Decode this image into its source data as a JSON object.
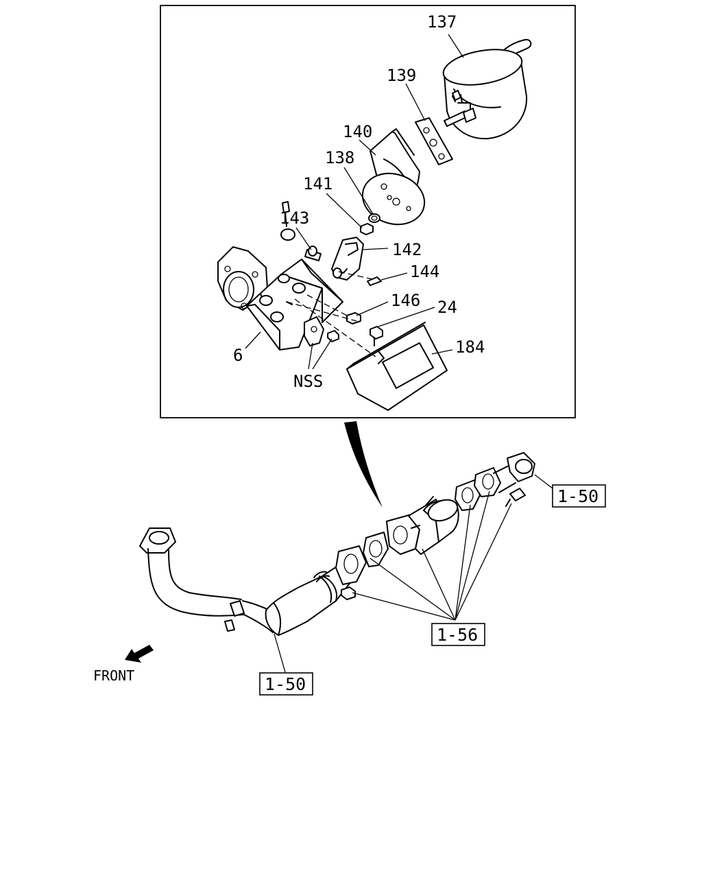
{
  "callouts": {
    "c137": "137",
    "c139": "139",
    "c140": "140",
    "c138": "138",
    "c141": "141",
    "c143": "143",
    "c142": "142",
    "c144": "144",
    "c146": "146",
    "c24": "24",
    "c184": "184",
    "c6": "6",
    "nss": "NSS"
  },
  "references": {
    "ref_pipe_upper": "1-50",
    "ref_gaskets": "1-56",
    "ref_pipe_lower": "1-50"
  },
  "direction": {
    "front": "FRONT"
  },
  "colors": {
    "ink": "#000000",
    "paper": "#ffffff"
  }
}
